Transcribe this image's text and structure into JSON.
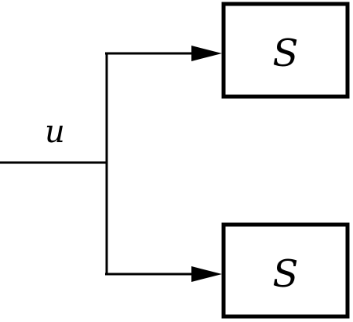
{
  "diagram": {
    "input_signal": "u",
    "blocks": [
      {
        "label": "S"
      },
      {
        "label": "S"
      }
    ]
  }
}
